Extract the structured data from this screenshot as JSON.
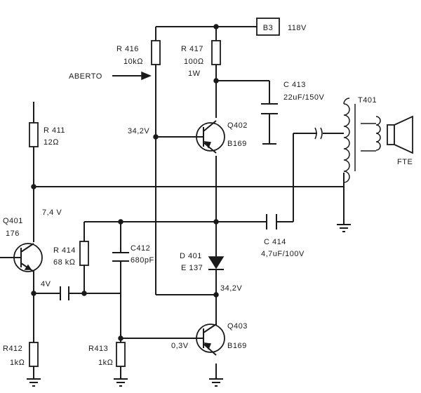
{
  "power": {
    "name": "B3",
    "voltage": "118V"
  },
  "input_label": "ABERTO",
  "components": {
    "R411": {
      "ref": "R 411",
      "value": "12Ω"
    },
    "R412": {
      "ref": "R412",
      "value": "1kΩ"
    },
    "R413": {
      "ref": "R413",
      "value": "1kΩ"
    },
    "R414": {
      "ref": "R 414",
      "value": "68 kΩ"
    },
    "R416": {
      "ref": "R 416",
      "value": "10kΩ"
    },
    "R417": {
      "ref": "R 417",
      "value": "100Ω",
      "power": "1W"
    },
    "C412": {
      "ref": "C412",
      "value": "680pF"
    },
    "C413": {
      "ref": "C 413",
      "value": "22uF/150V"
    },
    "C414": {
      "ref": "C 414",
      "value": "4,7uF/100V"
    },
    "Q401": {
      "ref": "Q401",
      "type": "176"
    },
    "Q402": {
      "ref": "Q402",
      "type": "B169"
    },
    "Q403": {
      "ref": "Q403",
      "type": "B169"
    },
    "D401": {
      "ref": "D 401",
      "type": "E 137"
    },
    "T401": {
      "ref": "T401"
    },
    "speaker": {
      "label": "FTE"
    }
  },
  "voltages": {
    "q402_base": "34,2V",
    "q401_collector": "7,4 V",
    "q401_emitter": "4V",
    "d401_cathode": "34,2V",
    "q403_base": "0,3V"
  }
}
